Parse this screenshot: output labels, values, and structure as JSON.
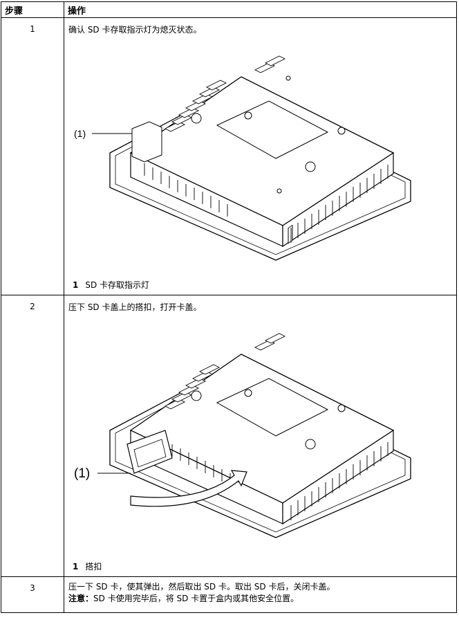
{
  "table": {
    "headers": {
      "step": "步骤",
      "operation": "操作"
    },
    "rows": [
      {
        "step": "1",
        "text": "确认 SD 卡存取指示灯为熄灭状态。",
        "callout": "(1)",
        "legend_num": "1",
        "legend_text": "SD 卡存取指示灯"
      },
      {
        "step": "2",
        "text": "压下 SD 卡盖上的搭扣，打开卡盖。",
        "callout": "(1)",
        "legend_num": "1",
        "legend_text": "搭扣"
      },
      {
        "step": "3",
        "text": "压一下 SD 卡，使其弹出，然后取出 SD 卡。取出 SD 卡后，关闭卡盖。",
        "note_label": "注意：",
        "note_text": "SD 卡使用完毕后，将 SD 卡置于盒内或其他安全位置。"
      }
    ]
  }
}
